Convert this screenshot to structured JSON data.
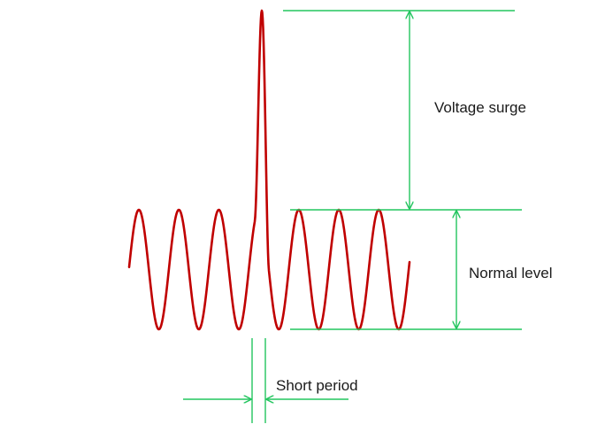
{
  "labels": {
    "voltage_surge": "Voltage surge",
    "normal_level": "Normal level",
    "short_period": "Short period"
  },
  "colors": {
    "waveform": "#c00000",
    "annotation": "#22c55e",
    "text": "#1a1a1a",
    "background": "#ffffff"
  }
}
